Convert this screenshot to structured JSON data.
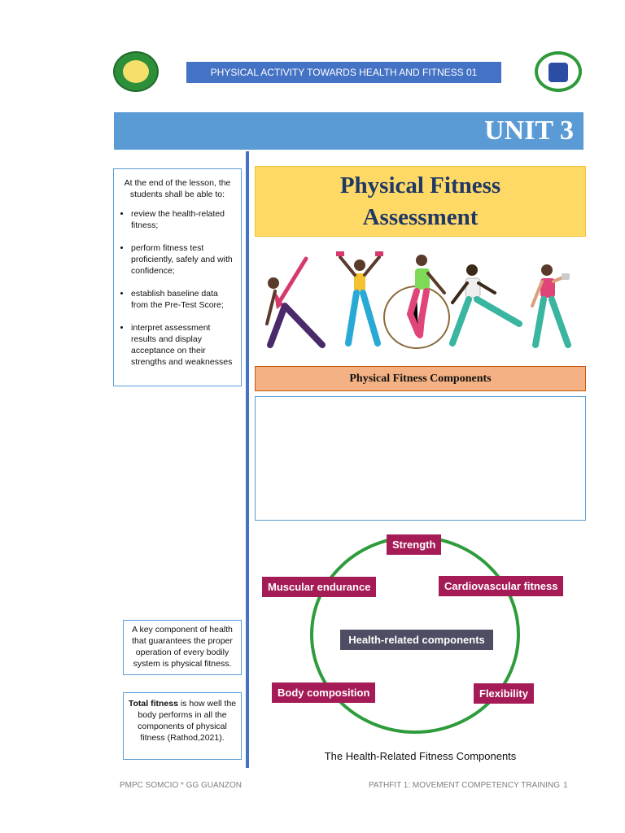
{
  "header": {
    "banner_text": "PHYSICAL ACTIVITY TOWARDS HEALTH AND FITNESS 01",
    "left_logo": "school-seal-icon",
    "right_logo": "university-seal-icon"
  },
  "unit": {
    "title": "UNIT 3"
  },
  "objectives": {
    "intro": "At the end of the lesson, the students shall be able to:",
    "items": [
      "review the health-related fitness;",
      "perform fitness test proficiently, safely and with confidence;",
      "establish baseline data from the Pre-Test Score;",
      "interpret assessment results and display acceptance on their strengths and weaknesses"
    ]
  },
  "main": {
    "title_line1": "Physical Fitness",
    "title_line2": "Assessment",
    "illustration": "people-exercising-illustration",
    "components_heading": "Physical Fitness Components"
  },
  "diagram": {
    "center": "Health-related components",
    "components": [
      "Strength",
      "Cardiovascular fitness",
      "Flexibility",
      "Body composition",
      "Muscular endurance"
    ],
    "caption": "The Health-Related Fitness Components",
    "ring_color": "#2e9c3c",
    "box_color": "#a51b55"
  },
  "notes": {
    "note1": "A key component of health that guarantees the proper operation of every bodily system is physical fitness.",
    "note2_bold": "Total fitness",
    "note2_rest": " is how well the body performs in all the components of physical fitness (Rathod,2021)."
  },
  "footer": {
    "left": "PMPC SOMCIO * GG GUANZON",
    "right": "PATHFIT 1: MOVEMENT COMPETENCY TRAINING",
    "page": "1"
  }
}
